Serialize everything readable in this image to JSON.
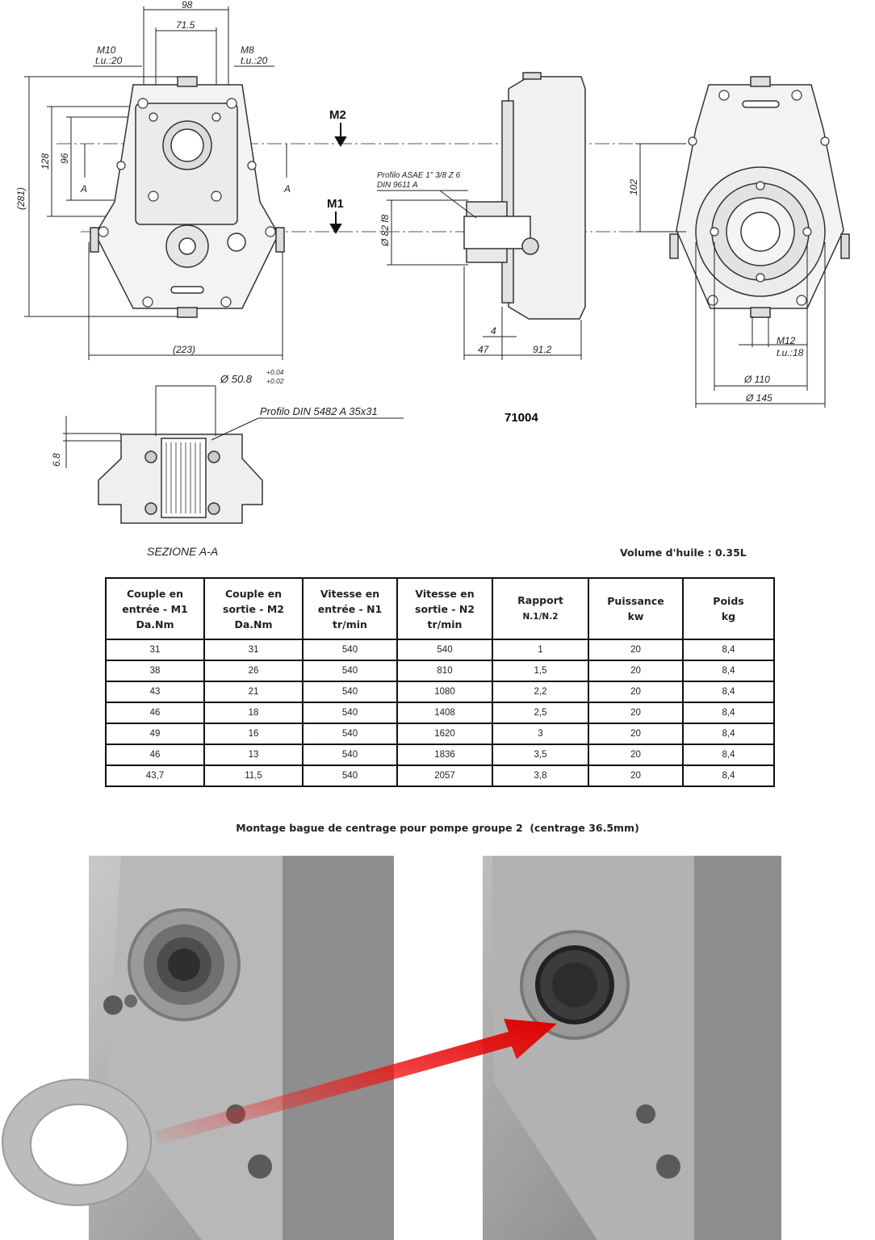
{
  "drawing": {
    "dims_top": {
      "d98": "98",
      "d71_5": "71.5",
      "m10": "M10",
      "m10_tu": "t.u.:20",
      "m8": "M8",
      "m8_tu": "t.u.:20"
    },
    "dims_left": {
      "d281": "(281)",
      "d128": "128",
      "d96": "96",
      "a_left": "A",
      "a_right": "A",
      "d223": "(223)"
    },
    "labels": {
      "m2": "M2",
      "m1": "M1"
    },
    "side_view": {
      "profile1": "Profilo ASAE 1\" 3/8 Z 6",
      "profile2": "DIN 9611 A",
      "d82": "Ø 82 f8",
      "d4": "4",
      "d47": "47",
      "d91_2": "91.2"
    },
    "right_view": {
      "d102": "102",
      "m12": "M12",
      "m12_tu": "t.u.:18",
      "d110": "Ø 110",
      "d145": "Ø 145"
    },
    "section": {
      "d50_8": "Ø 50.8",
      "tol_plus": "+0.04",
      "tol_minus": "+0.02",
      "profile": "Profilo DIN 5482 A 35x31",
      "d6_8": "6.8",
      "title": "SEZIONE A-A"
    },
    "part_number": "71004"
  },
  "oil_volume": "Volume d'huile : 0.35L",
  "table": {
    "headers": [
      {
        "l1": "Couple en",
        "l2": "entrée - M1",
        "l3": "Da.Nm"
      },
      {
        "l1": "Couple en",
        "l2": "sortie - M2",
        "l3": "Da.Nm"
      },
      {
        "l1": "Vitesse en",
        "l2": "entrée - N1",
        "l3": "tr/min"
      },
      {
        "l1": "Vitesse en",
        "l2": "sortie - N2",
        "l3": "tr/min"
      },
      {
        "l1": "Rapport",
        "l2": "N.1/N.2",
        "l3": ""
      },
      {
        "l1": "Puissance",
        "l2": "kw",
        "l3": ""
      },
      {
        "l1": "Poids",
        "l2": "kg",
        "l3": ""
      }
    ],
    "rows": [
      [
        "31",
        "31",
        "540",
        "540",
        "1",
        "20",
        "8,4"
      ],
      [
        "38",
        "26",
        "540",
        "810",
        "1,5",
        "20",
        "8,4"
      ],
      [
        "43",
        "21",
        "540",
        "1080",
        "2,2",
        "20",
        "8,4"
      ],
      [
        "46",
        "18",
        "540",
        "1408",
        "2,5",
        "20",
        "8,4"
      ],
      [
        "49",
        "16",
        "540",
        "1620",
        "3",
        "20",
        "8,4"
      ],
      [
        "46",
        "13",
        "540",
        "1836",
        "3,5",
        "20",
        "8,4"
      ],
      [
        "43,7",
        "11,5",
        "540",
        "2057",
        "3,8",
        "20",
        "8,4"
      ]
    ]
  },
  "mounting_caption": "Montage bague de centrage pour pompe groupe 2  (centrage 36.5mm)"
}
